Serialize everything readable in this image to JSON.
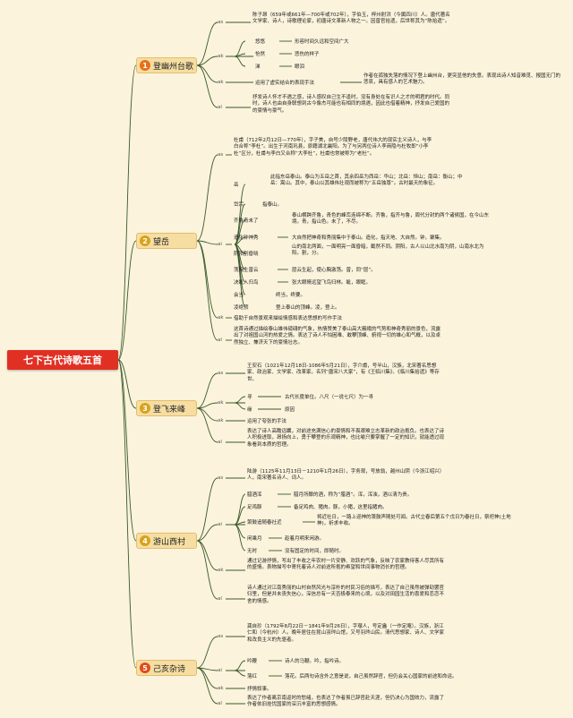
{
  "root": {
    "title": "七下古代诗歌五首"
  },
  "poems": [
    {
      "num": "1",
      "title": "登幽州台歌",
      "author": "陈子昂（659年或661年—700年或702年），字伯玉，梓州射洪（今属四川）人。唐代著名文学家、诗人，诗歌理论家，初唐诗文革新人物之一。因曾官拾遗，后世称其为“陈拾遗”。",
      "words": [
        {
          "w": "悠悠",
          "m": "形容时间久远和空间广大"
        },
        {
          "w": "怆然",
          "m": "悲伤的样子"
        },
        {
          "w": "涕",
          "m": "眼泪"
        }
      ],
      "tech_label": "运用了虚实结合的表现手法",
      "tech_text": "作者在孤独失落的情况下登上幽州台，更突显他的失意。表现出诗人知音难觅、报国无门的悲哀，具有感人的艺术魅力。",
      "theme": "抒发诗人怀才不遇之感，诗人感叹自己生不逢时，没有身处在有识人之才的明君的时代。同时，诗人也由自身联想到古今像杰可能也有相同的境遇，因此也借着精神，抒发自己爱国的的豪情与豪气。"
    },
    {
      "num": "2",
      "title": "望岳",
      "author": "杜甫（712年2月12日—770年），字子美，自号少陵野老，唐代伟大的现实主义诗人，与李白合称“李杜”。出生于河南巩县，原籍湖北襄阳。为了与另两位诗人李商隐与杜牧即“小李杜”区分，杜甫与李白又合称“大李杜”，杜甫也常被称为“老杜”。",
      "words": [
        {
          "w": "岳",
          "m": "此指东岳泰山。泰山为五岳之首，其余四岳为西岳：华山；北岳：恒山；南岳：衡山；中岳：嵩山。其中，泰山以其雄伟壮观而被称为“五岳独尊”。古时最天的象征。"
        },
        {
          "w": "岱宗",
          "m": "指泰山。"
        },
        {
          "w": "齐鲁青未了",
          "m": "泰山横跨齐鲁，青色的峰峦连绵不断。齐鲁，指齐与鲁，周代分封的两个诸侯国，在今山东境。青，指山色。未了，不尽。"
        },
        {
          "w": "造化钟神秀",
          "m": "大自然把神奇和秀丽集中于泰山。造化，指天地、大自然。钟，聚集。"
        },
        {
          "w": "阴阳割昏晓",
          "m": "山的南北两面，一面明亮一面昏暗，截然不同。阴阳，古人以山北水南为阴，山南水北为阳。割，分。"
        },
        {
          "w": "荡胸生曾云",
          "m": "层云生起，使心胸激荡。曾，同“层”。"
        },
        {
          "w": "决眦入归鸟",
          "m": "张大眼睛远望飞鸟归林。眦，眼眶。"
        },
        {
          "w": "会当",
          "m": "终当，终要。"
        },
        {
          "w": "凌绝顶",
          "m": "登上泰山的顶峰。凌，登上。"
        }
      ],
      "tech_text": "借助于自然景观来描绘情感和表达思想的写作手法",
      "theme": "这首诗通过描绘泰山雄伟磅礴的气象，热情赞美了泰山高大巍峨的气势和神奇秀丽的景色，流露出了对祖国山河的热爱之情。表达了诗人不怕困难、敢攀顶峰、俯视一切的雄心和气概，以及卓然独立、兼济天下的豪情壮志。"
    },
    {
      "num": "3",
      "title": "登飞来峰",
      "author": "王安石（1021年12月18日-1086年5月21日），字介甫，号半山，汉族，北宋著名思想家、政治家、文学家、改革家。名列“唐宋八大家”，有《王临川集》、《临川集拾遗》等存世。",
      "words": [
        {
          "w": "寻",
          "m": "古代长度单位。八尺（一说七尺）为一寻"
        },
        {
          "w": "缘",
          "m": "原因"
        }
      ],
      "tech_text": "运用了夸张的手法",
      "theme": "表达了诗人高瞻远瞩，对前途充满信心的豪情和不畏艰难立志革新的政治抱负。也表达了诗人积极进取，昂扬向上，勇于攀登的乐观精神，也比喻只要掌握了一定的知识，就能透过现象看到本质的哲理。"
    },
    {
      "num": "4",
      "title": "游山西村",
      "author": "陆游（1125年11月13日－1210年1月26日），字务观，号放翁，越州山阴（今浙江绍兴）人，南宋著名诗人、词人。",
      "words": [
        {
          "w": "腊酒浑",
          "m": "腊月所酿的酒，称为“腊酒”。浑，浑浊，酒以清为贵。"
        },
        {
          "w": "足鸡豚",
          "m": "备足鸡肉、猪肉。豚，小猪，这里指猪肉。"
        },
        {
          "w": "箫鼓追随春社近",
          "m": "将近社日，一路上迎神的箫鼓声随处可闻。古代立春后第五个戊日为春社日，祭祀神(土地神)，祈求丰收。"
        },
        {
          "w": "闲乘月",
          "m": "趁着月明来闲游。"
        },
        {
          "w": "无时",
          "m": "没有固定的时间，即随时。"
        }
      ],
      "tech_text": "通过记游抒情，写出了丰收之年农村一片安静、欢跃的气象，反映了农家教待客人尽其所有的盛情。表物描写中寄托着诗人对前途所抱的希望和世间事物消长的哲理。",
      "theme": "诗人通过对江南秀丽的山村自然风光与淳朴的村民习俗的描写，表达了自己虽然被弹劾罢官归里，但是并未丧失信心，深信总有一天否极泰来的心境，以及对田园生活的喜爱和恋恋不舍的情感。"
    },
    {
      "num": "5",
      "title": "己亥杂诗",
      "author": "龚自珍（1792年8月22日－1841年9月26日），字璱人，号定盦（一作定庵）。汉族，浙江仁和（今杭州）人。晚年居住在昆山羽琌山馆，又号羽琌山民。清代思想家、诗人、文学家和改良主义的先驱者。",
      "words": [
        {
          "w": "吟鞭",
          "m": "诗人的马鞭。吟，指吟诗。"
        },
        {
          "w": "落红",
          "m": "落花。后两句诗含外之意是说，自己虽然辞官，但仍会关心国家的前途和命运。"
        }
      ],
      "tech_text": "抒情叙事。",
      "theme": "表达了作者离京南返时的愁绪，也表达了作者虽已辞官赴天涯，但仍决心为国效力，流露了作者依旧挂忧国家的深沉丰富的思想感情。"
    }
  ]
}
